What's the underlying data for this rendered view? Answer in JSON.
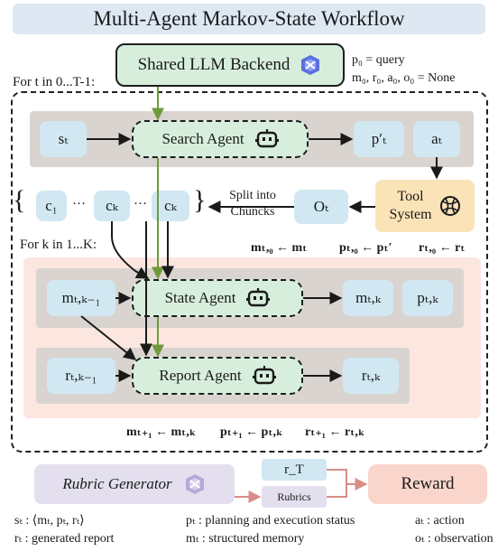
{
  "title": "Multi-Agent Markov-State Workflow",
  "llm_backend": {
    "label": "Shared LLM Backend"
  },
  "init_notes": {
    "line1": "p₀ = query",
    "line2": "m₀, r₀, a₀, o₀ = None"
  },
  "loop_t": "For t in 0...T-1:",
  "loop_k": "For k in 1...K:",
  "search_agent": "Search Agent",
  "state_agent": "State Agent",
  "report_agent": "Report Agent",
  "tool_system": {
    "line1": "Tool",
    "line2": "System"
  },
  "split": {
    "line1": "Split into",
    "line2": "Chuncks"
  },
  "chips": {
    "s_t": "sₜ",
    "p_prime": "p′ₜ",
    "a_t": "aₜ",
    "o_t": "Oₜ",
    "c1": "c₁",
    "ck": "cₖ",
    "cK": "cₖ",
    "m_in": "mₜ,ₖ₋₁",
    "m_out": "mₜ,ₖ",
    "p_out": "pₜ,ₖ",
    "r_in": "rₜ,ₖ₋₁",
    "r_out": "rₜ,ₖ"
  },
  "chunk_braces": {
    "open": "{",
    "close": "}",
    "ellipsis": "···"
  },
  "init_k": {
    "m": "mₜ,₀ ← mₜ",
    "p": "pₜ,₀ ← pₜ′",
    "r": "rₜ,₀ ← rₜ"
  },
  "update_t": {
    "m": "mₜ₊₁ ← mₜ,ₖ",
    "p": "pₜ₊₁ ← pₜ,ₖ",
    "r": "rₜ₊₁ ← rₜ,ₖ"
  },
  "rubric_generator": "Rubric Generator",
  "r_T": "r_T",
  "rubrics": "Rubrics",
  "reward": "Reward",
  "legend": {
    "s": "sₜ : ⟨mₜ, pₜ, rₜ⟩",
    "r": "rₜ : generated report",
    "p": "pₜ : planning and execution status",
    "m": "mₜ : structured memory",
    "a": "aₜ : action",
    "o": "oₜ : observation"
  },
  "colors": {
    "title_bg": "#dde8f3",
    "agent_green": "#d7eedc",
    "chip_blue": "#d1e8f2",
    "band_gray": "#d9d4cf",
    "k_loop_pink": "#fbe6e0",
    "tool_orange": "#fbe3b8",
    "rubric_purple": "#e4dfee",
    "reward_pink": "#f9d5cc",
    "arrow_green": "#6f9a3c",
    "arrow_red": "#d98d86"
  }
}
